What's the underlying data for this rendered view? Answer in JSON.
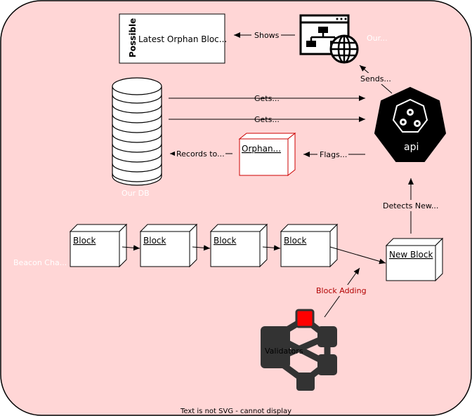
{
  "colors": {
    "background": "#ffd6d6",
    "frame": "#000000",
    "orphan_border": "#cc0000",
    "validator_node": "#333333",
    "validator_accent": "#ff0000",
    "api_badge": "#000000"
  },
  "possible_box": {
    "side_label": "Possible",
    "title": "Latest Orphan Bloc..."
  },
  "web_app": {
    "icon": "web-app-icon",
    "label": "Our..."
  },
  "edges": {
    "shows": "Shows",
    "sends": "Sends...",
    "gets_1": "Gets...",
    "gets_2": "Gets...",
    "flags": "Flags...",
    "records_to": "Records to...",
    "detects_new": "Detects New...",
    "block_adding": "Block Adding"
  },
  "database": {
    "icon": "database-icon",
    "label": "Our DB"
  },
  "orphan_box": {
    "label": "Orphan..."
  },
  "api": {
    "icon": "api-gear-icon",
    "label": "api"
  },
  "beacon_chain": {
    "label": "Beacon Cha...",
    "blocks": [
      "Block",
      "Block",
      "Block",
      "Block"
    ],
    "new_block": "New Block"
  },
  "validators": {
    "icon": "validators-network-icon",
    "label": "Validators"
  },
  "footer": {
    "text": "Text is not SVG - cannot display"
  }
}
